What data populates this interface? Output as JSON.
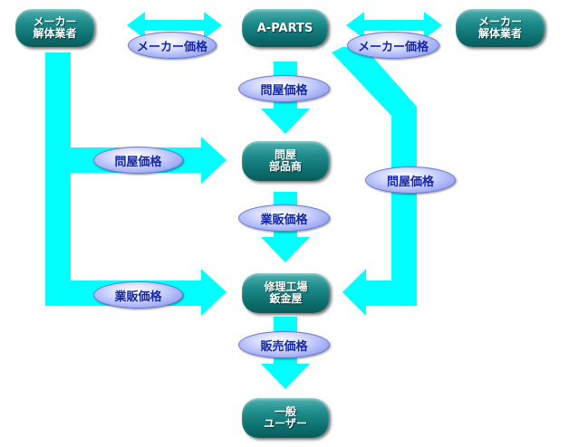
{
  "colors": {
    "arrow": "#00ffff",
    "node": "#0c6e6d",
    "label_text": "#1526a8"
  },
  "nodes": {
    "maker_left": "メーカー\n解体業者",
    "aparts": "A-PARTS",
    "maker_right": "メーカー\n解体業者",
    "wholesale_parts": "問屋\n部品商",
    "repair_shop": "修理工場\n鈑金屋",
    "general_user": "一般\nユーザー"
  },
  "labels": {
    "maker_price_left": "メーカー価格",
    "maker_price_right": "メーカー価格",
    "wholesale_price_center": "問屋価格",
    "wholesale_price_left": "問屋価格",
    "wholesale_price_right": "問屋価格",
    "trade_price_center": "業販価格",
    "trade_price_left": "業販価格",
    "retail_price": "販売価格"
  }
}
